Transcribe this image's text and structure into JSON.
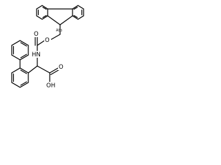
{
  "structure": {
    "labels": {
      "ring_oxygen_link": "O",
      "carbamate_oxygen": "O",
      "amine": "HN",
      "acid_oxygen": "O",
      "acid_hydroxyl": "OH",
      "stereo_center": "Abs"
    },
    "colors": {
      "ink": "#000000",
      "background": "#ffffff"
    }
  }
}
